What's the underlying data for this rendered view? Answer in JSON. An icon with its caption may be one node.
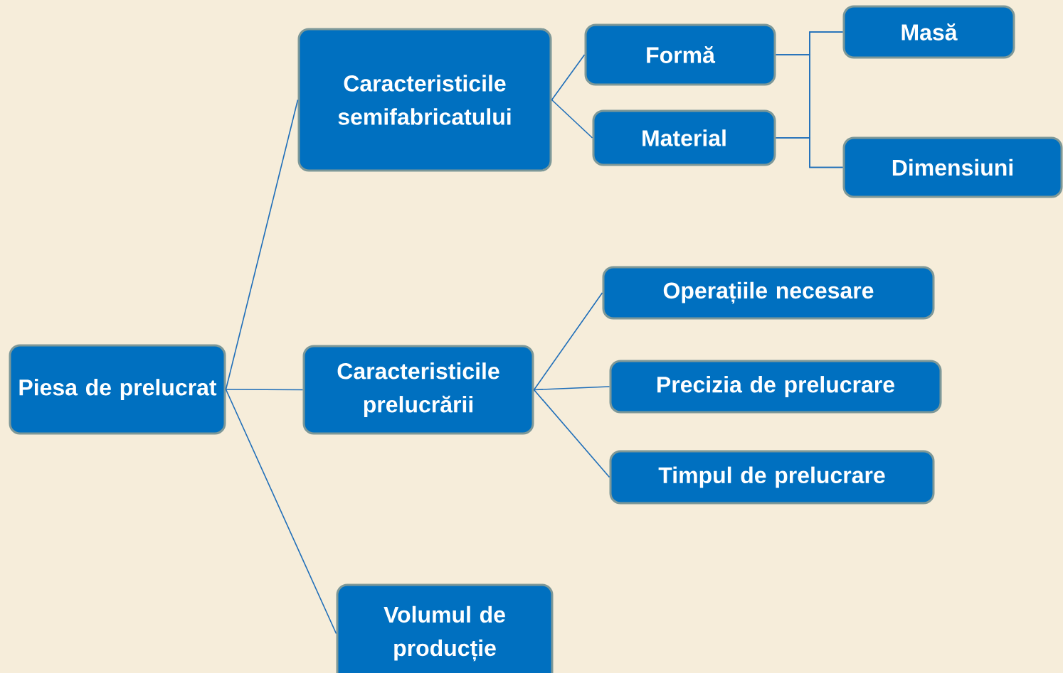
{
  "diagram": {
    "nodes": [
      {
        "text": [
          "Piesa de prelucrat"
        ]
      },
      {
        "text": [
          "Caracteristicile semifabricatului"
        ]
      },
      {
        "text": [
          "Formă"
        ]
      },
      {
        "text": [
          "Material"
        ]
      },
      {
        "text": [
          "Masă"
        ]
      },
      {
        "text": [
          "Dimensiuni"
        ]
      },
      {
        "text": [
          "Caracteristicile prelucrării"
        ]
      },
      {
        "text": [
          "Operațiile necesare"
        ]
      },
      {
        "text": [
          "Precizia de prelucrare"
        ]
      },
      {
        "text": [
          "Timpul de prelucrare"
        ]
      },
      {
        "text": [
          "Volumul de producție"
        ]
      }
    ],
    "edges": [
      {
        "from": 0,
        "to": 1,
        "arrow": "none"
      },
      {
        "from": 0,
        "to": 6,
        "arrow": "none"
      },
      {
        "from": 0,
        "to": 10,
        "arrow": "none"
      },
      {
        "from": 1,
        "to": 2,
        "arrow": "none"
      },
      {
        "from": 1,
        "to": 3,
        "arrow": "none"
      },
      {
        "from": 2,
        "to": 4,
        "arrow": "none"
      },
      {
        "from": 2,
        "to": 5,
        "arrow": "none"
      },
      {
        "from": 3,
        "to": 4,
        "arrow": "none"
      },
      {
        "from": 3,
        "to": 5,
        "arrow": "none"
      },
      {
        "from": 6,
        "to": 7,
        "arrow": "none"
      },
      {
        "from": 6,
        "to": 8,
        "arrow": "none"
      },
      {
        "from": 6,
        "to": 9,
        "arrow": "none"
      }
    ]
  }
}
